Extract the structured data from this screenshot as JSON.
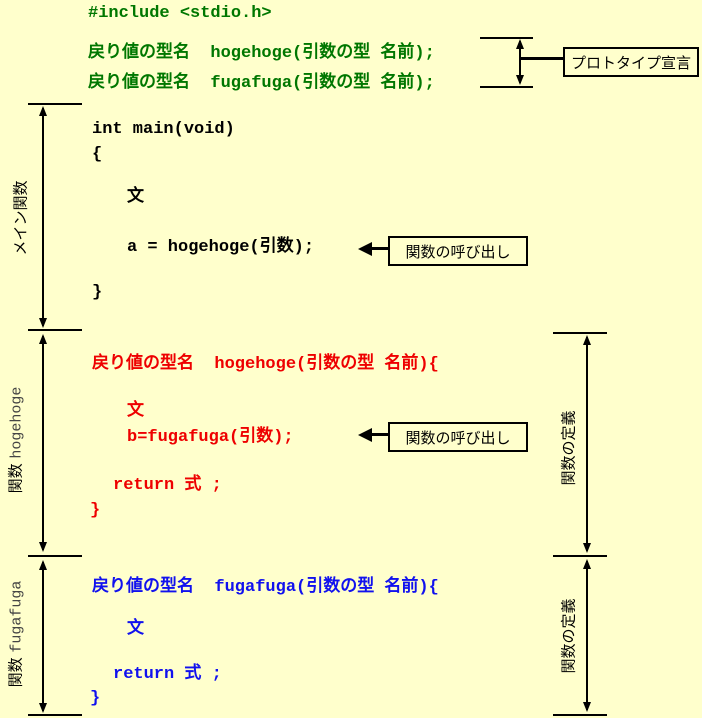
{
  "colors": {
    "bg": "#FFFFCC",
    "green": "#007700",
    "red": "#EE0000",
    "blue": "#1111EE",
    "black": "#000000",
    "gray": "#444444"
  },
  "header": {
    "include_line": "#include <stdio.h>",
    "prototype_hogehoge": "戻り値の型名  hogehoge(引数の型 名前);",
    "prototype_fugafuga": "戻り値の型名  fugafuga(引数の型 名前);",
    "prototype_box_label": "プロトタイプ宣言"
  },
  "main_function": {
    "side_label": "メイン関数",
    "signature": "int main(void)",
    "open_brace": "{",
    "statement": "文",
    "call_line": "a = hogehoge(引数);",
    "call_box_label": "関数の呼び出し",
    "close_brace": "}"
  },
  "hogehoge_function": {
    "side_label_jp": "関数",
    "side_label_name": "hogehoge",
    "right_label": "関数の定義",
    "signature": "戻り値の型名  hogehoge(引数の型 名前){",
    "statement": "文",
    "call_line": "b=fugafuga(引数);",
    "call_box_label": "関数の呼び出し",
    "return_line": "return 式 ;",
    "close_brace": "}"
  },
  "fugafuga_function": {
    "side_label_jp": "関数",
    "side_label_name": "fugafuga",
    "right_label": "関数の定義",
    "signature": "戻り値の型名  fugafuga(引数の型 名前){",
    "statement": "文",
    "return_line": "return 式 ;",
    "close_brace": "}"
  }
}
